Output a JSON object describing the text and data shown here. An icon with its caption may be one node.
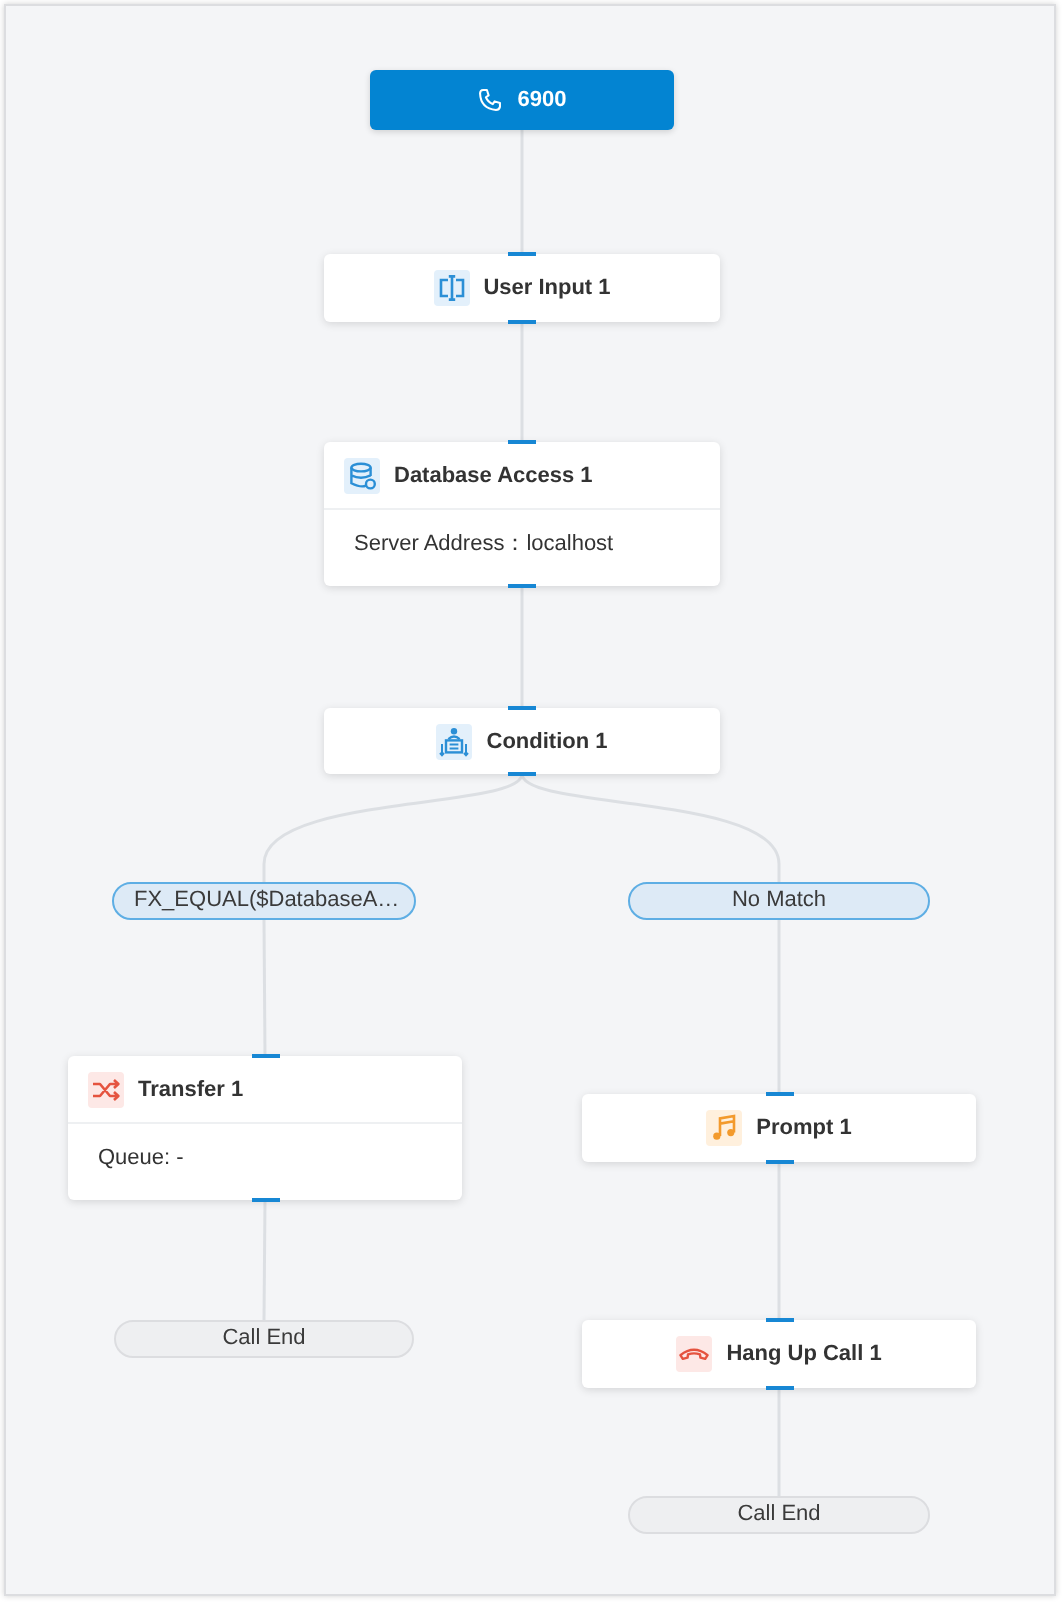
{
  "diagram": {
    "nodes": [
      {
        "text": [
          "6900"
        ]
      },
      {
        "text": [
          "User Input 1"
        ]
      },
      {
        "text": [
          "Database Access 1",
          "Server Address：localhost"
        ]
      },
      {
        "text": [
          "Condition 1"
        ]
      },
      {
        "text": [
          "FX_EQUAL($DatabaseA…"
        ]
      },
      {
        "text": [
          "No Match"
        ]
      },
      {
        "text": [
          "Transfer 1",
          "Queue: -"
        ]
      },
      {
        "text": [
          "Prompt 1"
        ]
      },
      {
        "text": [
          "Call End"
        ]
      },
      {
        "text": [
          "Hang Up Call 1"
        ]
      },
      {
        "text": [
          "Call End"
        ]
      }
    ],
    "edges": [
      {
        "from": 0,
        "to": 1,
        "arrow": "none"
      },
      {
        "from": 1,
        "to": 2,
        "arrow": "none"
      },
      {
        "from": 2,
        "to": 3,
        "arrow": "none"
      },
      {
        "from": 3,
        "to": 4,
        "arrow": "none"
      },
      {
        "from": 3,
        "to": 5,
        "arrow": "none"
      },
      {
        "from": 4,
        "to": 6,
        "arrow": "none"
      },
      {
        "from": 5,
        "to": 7,
        "arrow": "none"
      },
      {
        "from": 6,
        "to": 8,
        "arrow": "none"
      },
      {
        "from": 7,
        "to": 9,
        "arrow": "none"
      },
      {
        "from": 9,
        "to": 10,
        "arrow": "none"
      }
    ]
  }
}
